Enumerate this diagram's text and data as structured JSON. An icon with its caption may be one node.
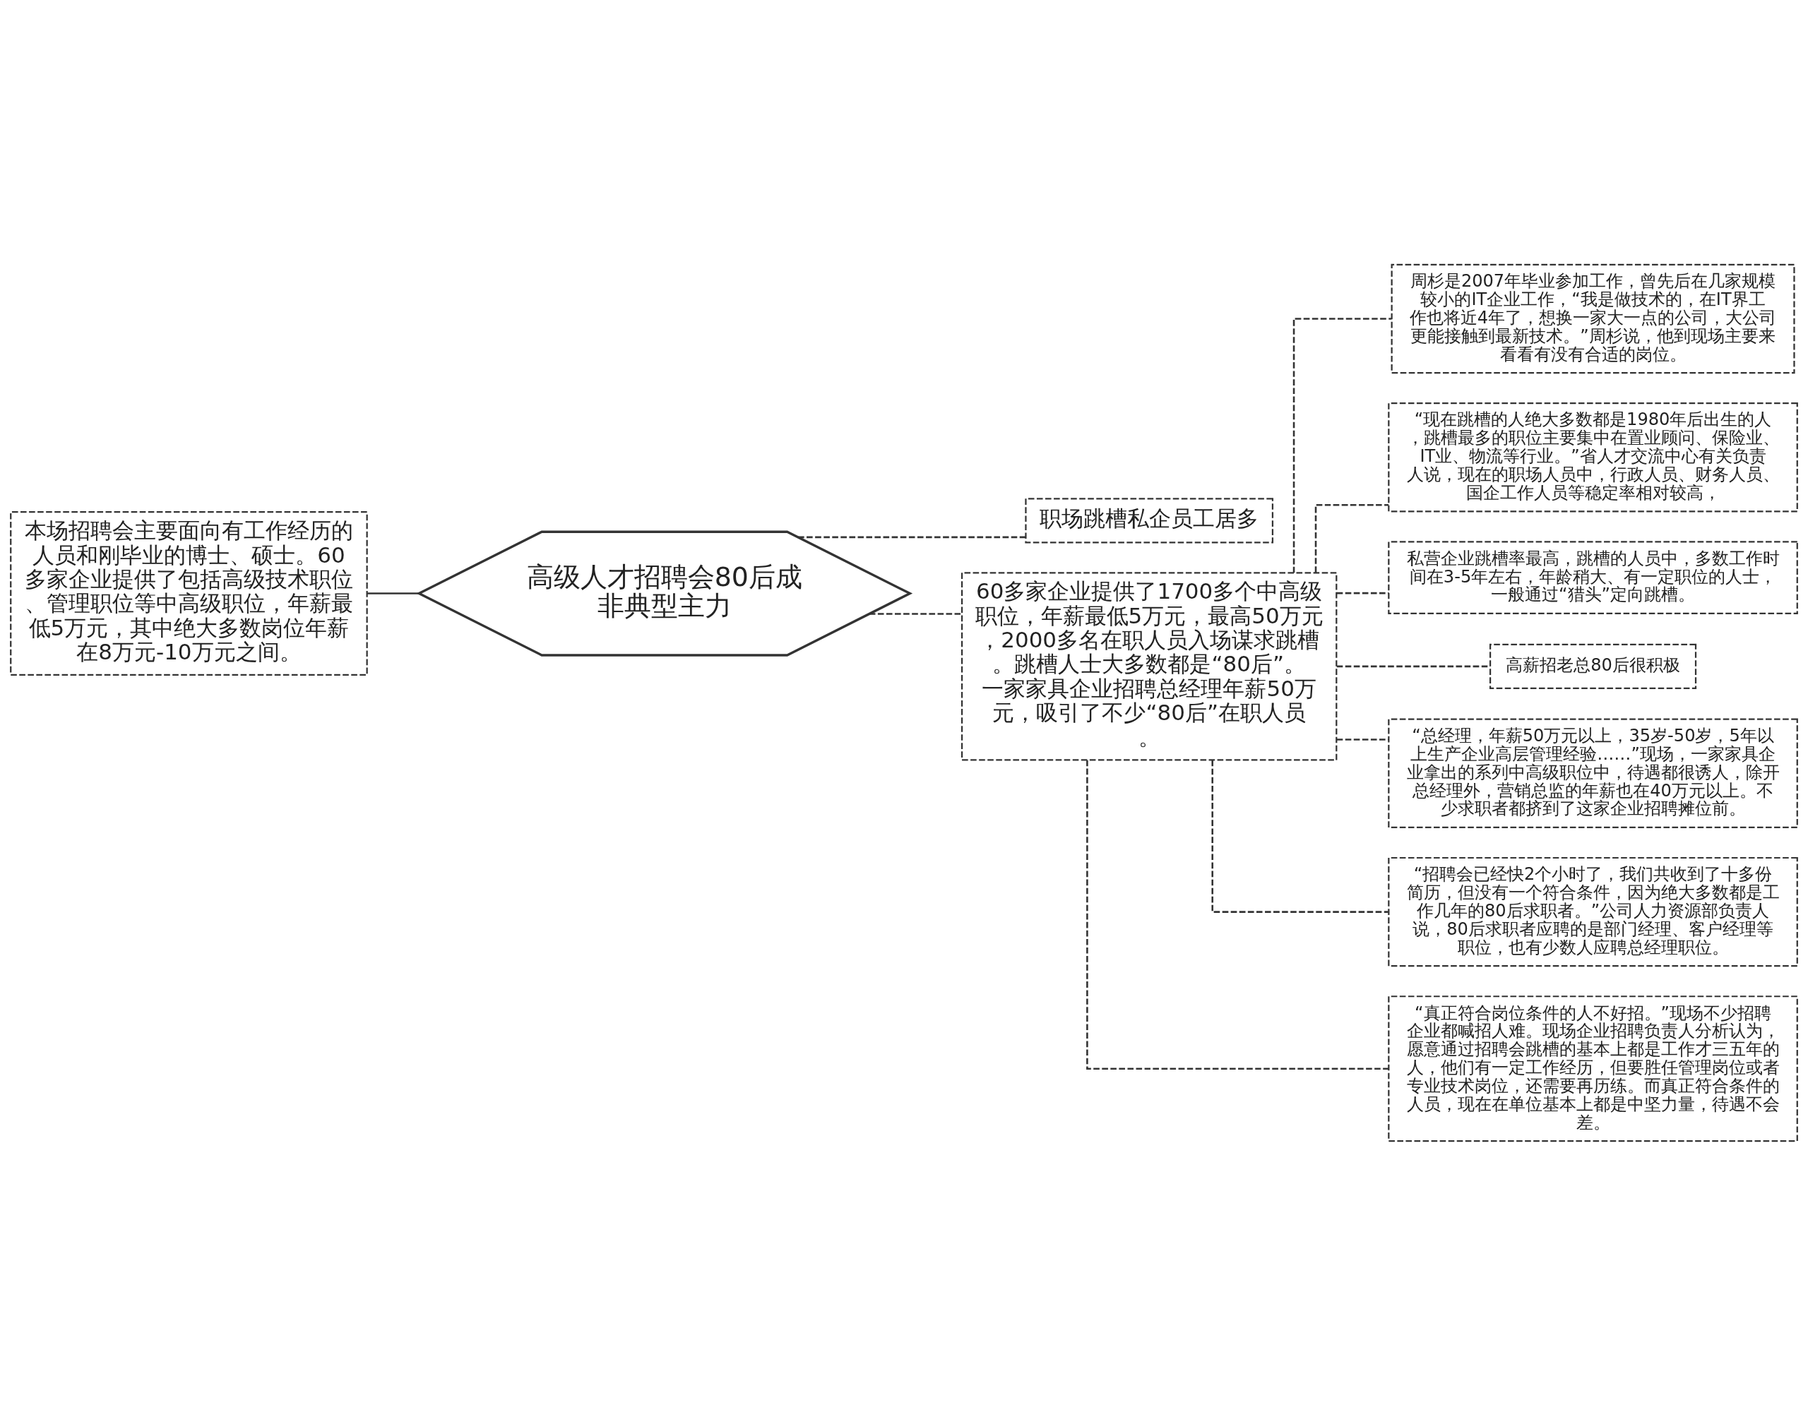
{
  "diagram": {
    "nodes": [
      {
        "text": [
          "高级人才招聘会80后成非典型主力"
        ]
      },
      {
        "text": [
          "本场招聘会主要面向有工作经历的人员和刚毕业的博士、硕士。60多家企业提供了包括高级技术职位、管理职位等中高级职位，年薪最低5万元，其中绝大多数岗位年薪在8万元-10万元之间。"
        ]
      },
      {
        "text": [
          "职场跳槽私企员工居多"
        ]
      },
      {
        "text": [
          "60多家企业提供了1700多个中高级职位，年薪最低5万元，最高50万元，2000多名在职人员入场谋求跳槽。跳槽人士大多数都是“80后”。一家家具企业招聘总经理年薪50万元，吸引了不少“80后”在职人员。"
        ]
      },
      {
        "text": [
          "周杉是2007年毕业参加工作，曾先后在几家规模较小的IT企业工作，“我是做技术的，在IT界工作也将近4年了，想换一家大一点的公司，大公司更能接触到最新技术。”周杉说，他到现场主要来看看有没有合适的岗位。"
        ]
      },
      {
        "text": [
          "“现在跳槽的人绝大多数都是1980年后出生的人，跳槽最多的职位主要集中在置业顾问、保险业、IT业、物流等行业。”省人才交流中心有关负责人说，现在的职场人员中，行政人员、财务人员、国企工作人员等稳定率相对较高，"
        ]
      },
      {
        "text": [
          "私营企业跳槽率最高，跳槽的人员中，多数工作时间在3-5年左右，年龄稍大、有一定职位的人士，一般通过“猎头”定向跳槽。"
        ]
      },
      {
        "text": [
          "高薪招老总80后很积极"
        ]
      },
      {
        "text": [
          "“总经理，年薪50万元以上，35岁-50岁，5年以上生产企业高层管理经验……”现场，一家家具企业拿出的系列中高级职位中，待遇都很诱人，除开总经理外，营销总监的年薪也在40万元以上。不少求职者都挤到了这家企业招聘摊位前。"
        ]
      },
      {
        "text": [
          "“招聘会已经快2个小时了，我们共收到了十多份简历，但没有一个符合条件，因为绝大多数都是工作几年的80后求职者。”公司人力资源部负责人说，80后求职者应聘的是部门经理、客户经理等职位，也有少数人应聘总经理职位。"
        ]
      },
      {
        "text": [
          "“真正符合岗位条件的人不好招。”现场不少招聘企业都喊招人难。现场企业招聘负责人分析认为，愿意通过招聘会跳槽的基本上都是工作才三五年的人，他们有一定工作经历，但要胜任管理岗位或者专业技术岗位，还需要再历练。而真正符合条件的人员，现在在单位基本上都是中坚力量，待遇不会差。"
        ]
      }
    ],
    "edges": [
      {
        "from": 1,
        "to": 0,
        "arrow": "none"
      },
      {
        "from": 0,
        "to": 2,
        "arrow": "none",
        "style": "dashed"
      },
      {
        "from": 0,
        "to": 3,
        "arrow": "none",
        "style": "dashed"
      },
      {
        "from": 3,
        "to": 4,
        "arrow": "none",
        "style": "dashed"
      },
      {
        "from": 3,
        "to": 5,
        "arrow": "none",
        "style": "dashed"
      },
      {
        "from": 3,
        "to": 6,
        "arrow": "none",
        "style": "dashed"
      },
      {
        "from": 3,
        "to": 7,
        "arrow": "none",
        "style": "dashed"
      },
      {
        "from": 3,
        "to": 8,
        "arrow": "none",
        "style": "dashed"
      },
      {
        "from": 3,
        "to": 9,
        "arrow": "none",
        "style": "dashed"
      },
      {
        "from": 3,
        "to": 10,
        "arrow": "none",
        "style": "dashed"
      }
    ]
  }
}
